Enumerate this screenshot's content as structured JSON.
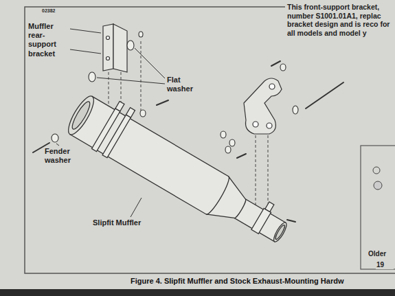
{
  "diagram": {
    "caption": "Figure 4. Slipfit Muffler and Stock Exhaust-Mounting Hardw",
    "labels": [
      "02382",
      "Muffler rear-support bracket",
      "Flat washer",
      "This front-support bracket, number S1001.01A1, replac bracket design and is reco for all models and model y",
      "Fender washer",
      "Slipfit Muffler",
      "Older",
      "19"
    ]
  }
}
